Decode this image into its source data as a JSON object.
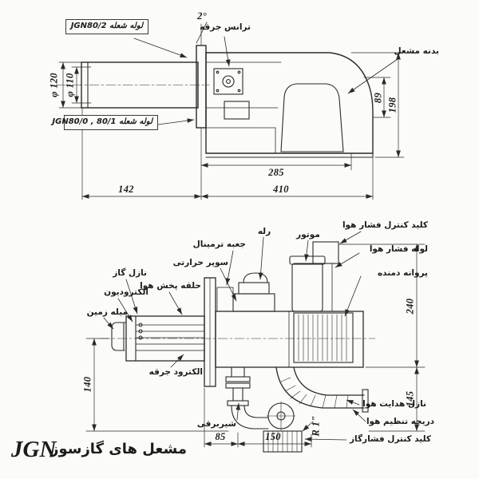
{
  "brand": {
    "logo": "JGN",
    "tagline": "مشعل های گازسوز"
  },
  "top_view": {
    "labels": {
      "flame_tube_jgn80_2": "لوله شعله JGN80/2",
      "spark_transformer": "ترانس جرقه",
      "burner_body": "بدنه مشعل",
      "flame_tube_jgn80_0_1": "لوله شعله JGN80/0 , 80/1"
    },
    "dimensions": {
      "tilt_angle": "2°",
      "dia_outer": "φ 120",
      "dia_inner": "φ 110",
      "height_upper": "89",
      "height_total": "198",
      "depth_body": "285",
      "length_tube": "142",
      "length_body": "410"
    }
  },
  "bottom_view": {
    "labels": {
      "relay": "رله",
      "terminal_box": "جعبه ترمینال",
      "thermal_overload": "سوپر حرارتی",
      "motor": "موتور",
      "air_pressure_switch": "کلید کنترل فشار هوا",
      "air_pressure_tube": "لوله فشار هوا",
      "blower_fan": "پروانه دمنده",
      "gas_nozzle": "نازل گاز",
      "ionization_electrode": "الکترودیون",
      "ground_rod": "میله زمین",
      "air_diffuser_ring": "حلقه پخش هوا",
      "spark_electrode": "الکترود جرقه",
      "solenoid_valve": "شیربرقی",
      "air_guide_nozzle": "نازل هدایت هوا",
      "air_adjust_damper": "دریچه تنظیم هوا",
      "gas_pressure_switch": "کلید کنترل فشارگاز"
    },
    "dimensions": {
      "height_upper": "240",
      "height_lower": "145",
      "height_left": "140",
      "width_left": "85",
      "width_right": "150",
      "pipe_thread": "R 1\""
    }
  }
}
